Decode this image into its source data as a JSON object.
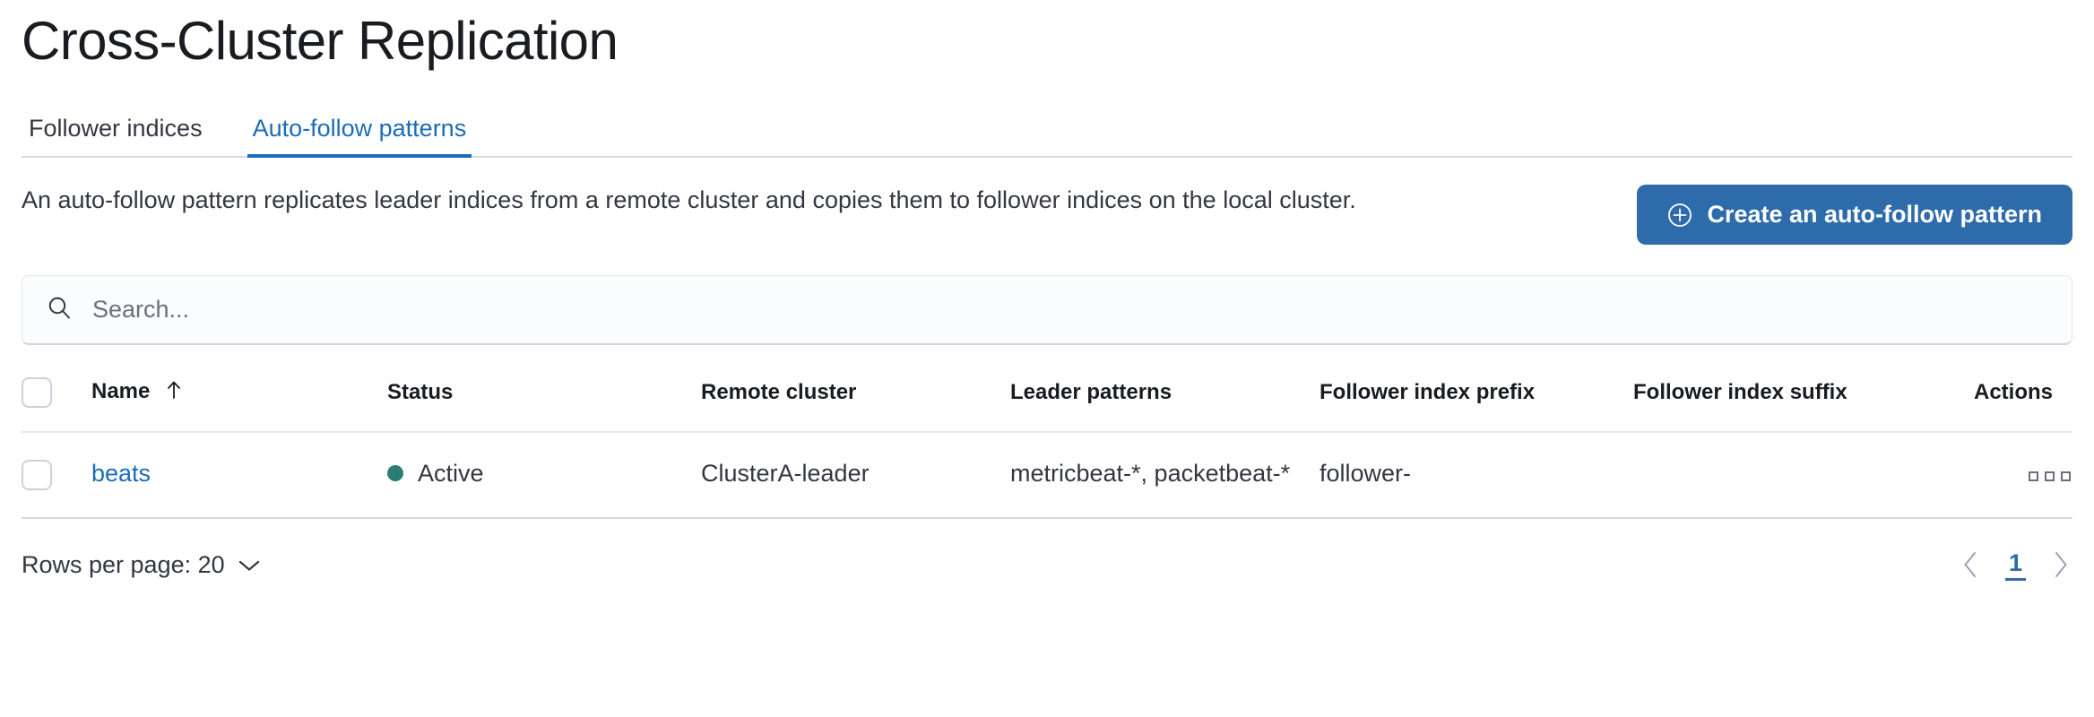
{
  "page": {
    "title": "Cross-Cluster Replication"
  },
  "tabs": [
    {
      "id": "follower-indices",
      "label": "Follower indices",
      "active": false
    },
    {
      "id": "auto-follow-patterns",
      "label": "Auto-follow patterns",
      "active": true
    }
  ],
  "intro": {
    "description": "An auto-follow pattern replicates leader indices from a remote cluster and copies them to follower indices on the local cluster.",
    "create_button_label": "Create an auto-follow pattern",
    "create_button_icon": "plus-in-circle-icon"
  },
  "search": {
    "value": "",
    "placeholder": "Search...",
    "icon": "search-icon"
  },
  "table": {
    "columns": [
      {
        "id": "select",
        "label": ""
      },
      {
        "id": "name",
        "label": "Name",
        "sorted": "asc",
        "sort_icon": "arrow-up-icon"
      },
      {
        "id": "status",
        "label": "Status"
      },
      {
        "id": "remote_cluster",
        "label": "Remote cluster"
      },
      {
        "id": "leader_patterns",
        "label": "Leader patterns"
      },
      {
        "id": "follower_index_prefix",
        "label": "Follower index prefix"
      },
      {
        "id": "follower_index_suffix",
        "label": "Follower index suffix"
      },
      {
        "id": "actions",
        "label": "Actions"
      }
    ],
    "rows": [
      {
        "selected": false,
        "name": "beats",
        "status": "Active",
        "status_color": "#2a7d73",
        "remote_cluster": "ClusterA-leader",
        "leader_patterns": "metricbeat-*, packetbeat-*",
        "follower_index_prefix": "follower-",
        "follower_index_suffix": "",
        "actions_icon": "ellipsis-horizontal-icon"
      }
    ]
  },
  "footer": {
    "rows_per_page_label": "Rows per page: 20",
    "rows_per_page_icon": "chevron-down-icon",
    "prev_icon": "chevron-left-icon",
    "next_icon": "chevron-right-icon",
    "current_page": "1"
  },
  "colors": {
    "accent": "#1a6cba",
    "primary_button": "#2e6bab",
    "status_active": "#2a7d73",
    "border": "#d3dae6",
    "text": "#343741"
  }
}
